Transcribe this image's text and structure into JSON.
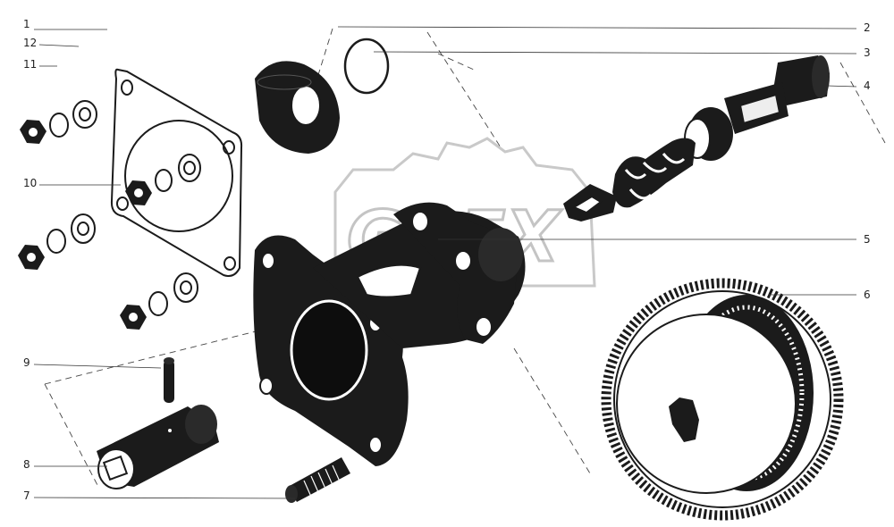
{
  "diagram": {
    "watermark": "GREX",
    "callouts": [
      {
        "id": "1",
        "label": "1"
      },
      {
        "id": "12",
        "label": "12"
      },
      {
        "id": "11",
        "label": "11"
      },
      {
        "id": "10",
        "label": "10"
      },
      {
        "id": "9",
        "label": "9"
      },
      {
        "id": "8",
        "label": "8"
      },
      {
        "id": "7",
        "label": "7"
      },
      {
        "id": "2",
        "label": "2"
      },
      {
        "id": "3",
        "label": "3"
      },
      {
        "id": "4",
        "label": "4"
      },
      {
        "id": "5",
        "label": "5"
      },
      {
        "id": "6",
        "label": "6"
      }
    ]
  }
}
